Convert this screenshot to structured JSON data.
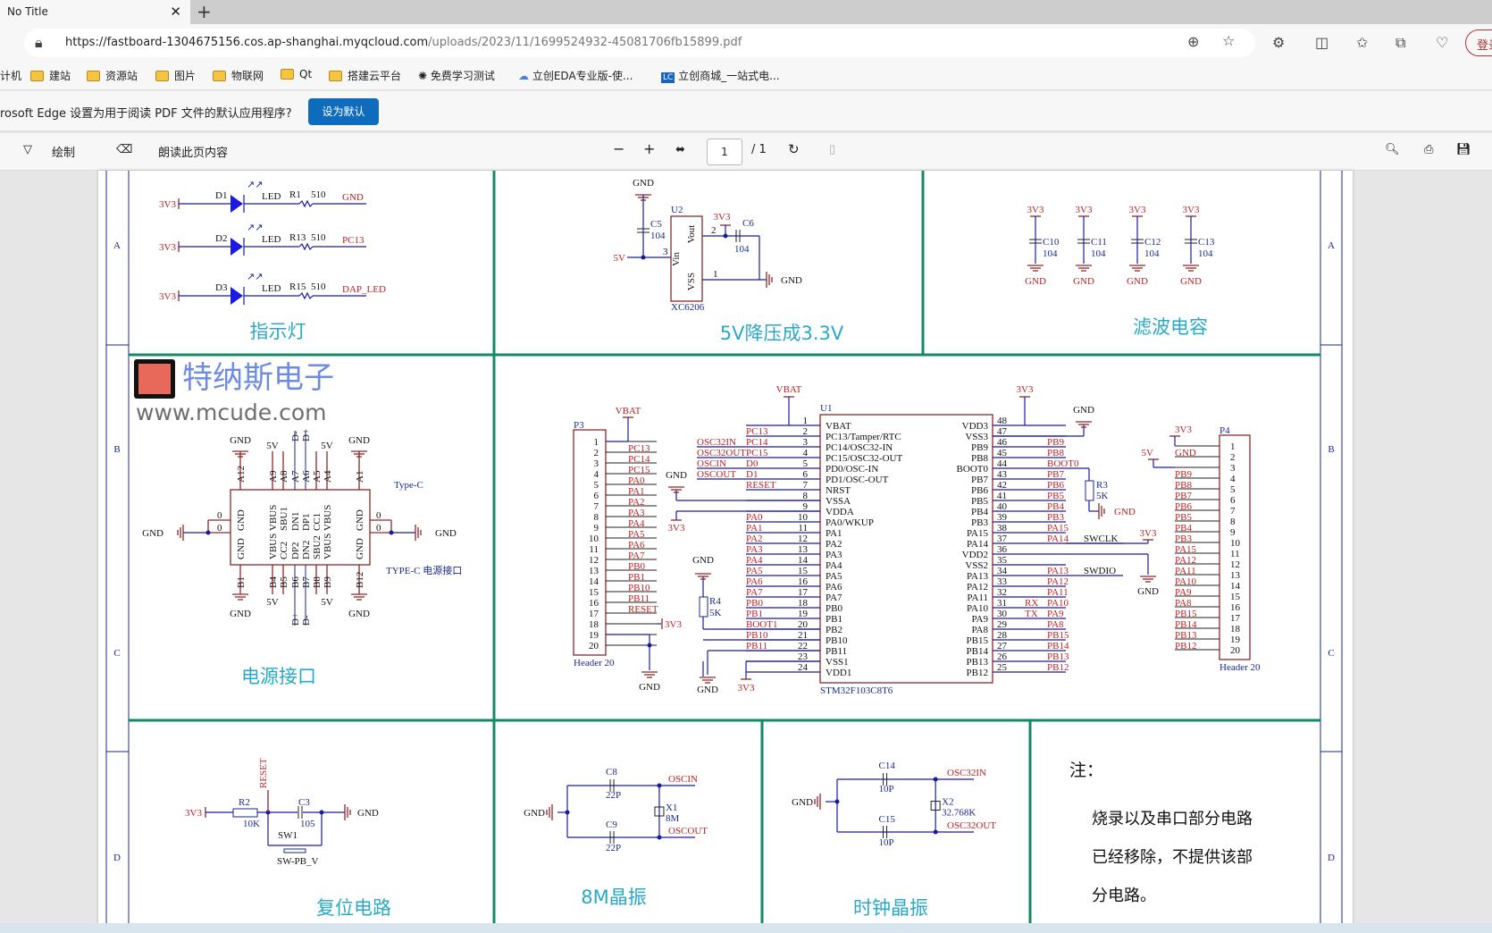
{
  "browser": {
    "tab_title": "No Title",
    "url_host": "https://fastboard-1304675156.cos.ap-shanghai.myqcloud.com",
    "url_path": "/uploads/2023/11/1699524932-45081706fb15899.pdf",
    "signin": "登录",
    "bookmarks": [
      "计机",
      "建站",
      "资源站",
      "图片",
      "物联网",
      "Qt",
      "搭建云平台",
      "免费学习测试",
      "立创EDA专业版-使...",
      "立创商城_一站式电..."
    ],
    "infobar_text": "rosoft Edge 设置为用于阅读 PDF 文件的默认应用程序?",
    "infobar_button": "设为默认"
  },
  "pdf_toolbar": {
    "draw": "绘制",
    "read_aloud": "朗读此页内容",
    "page": "1",
    "page_total": "/ 1"
  },
  "watermark": {
    "name": "特纳斯电子",
    "site": "www.mcude.com"
  },
  "schematic": {
    "zones": [
      "A",
      "B",
      "C",
      "D"
    ],
    "titles": {
      "led": "指示灯",
      "regulator": "5V降压成3.3V",
      "filter": "滤波电容",
      "power": "电源接口",
      "reset": "复位电路",
      "xtal8m": "8M晶振",
      "xtal32k": "时钟晶振"
    },
    "leds": [
      {
        "src": "3V3",
        "ref": "D1",
        "type": "LED",
        "res": "R1",
        "val": "510",
        "net": "GND"
      },
      {
        "src": "3V3",
        "ref": "D2",
        "type": "LED",
        "res": "R13",
        "val": "510",
        "net": "PC13"
      },
      {
        "src": "3V3",
        "ref": "D3",
        "type": "LED",
        "res": "R15",
        "val": "510",
        "net": "DAP_LED"
      }
    ],
    "regulator": {
      "ref": "U2",
      "part": "XC6206",
      "gnd": "GND",
      "c_in": "C5",
      "c_in_val": "104",
      "vin_net": "5V",
      "vout_net": "3V3",
      "c_out": "C6",
      "c_out_val": "104",
      "pin_vin": "Vin",
      "pin_vout": "Vout",
      "pin_vss": "VSS",
      "n_vin": "3",
      "n_vout": "2",
      "n_vss": "1",
      "gnd2": "GND"
    },
    "filter_caps": [
      {
        "ref": "C10",
        "val": "104"
      },
      {
        "ref": "C11",
        "val": "104"
      },
      {
        "ref": "C12",
        "val": "104"
      },
      {
        "ref": "C13",
        "val": "104"
      }
    ],
    "filter_pwr": "3V3",
    "filter_gnd": "GND",
    "typec": {
      "label": "Type-C",
      "desc": "TYPE-C 电源接口",
      "gnd": "GND",
      "r0": "0",
      "top": [
        [
          "A12",
          "GND",
          "GND"
        ],
        [
          "A9",
          "5V",
          "VBUS"
        ],
        [
          "A8",
          "",
          "SBU1"
        ],
        [
          "A7",
          "D-",
          "DN1"
        ],
        [
          "A6",
          "D+",
          "DP1"
        ],
        [
          "A5",
          "",
          "CC1"
        ],
        [
          "A4",
          "5V",
          "VBUS"
        ],
        [
          "A1",
          "GND",
          "GND"
        ]
      ],
      "bottom": [
        [
          "B1",
          "GND",
          "GND"
        ],
        [
          "B4",
          "5V",
          "VBUS"
        ],
        [
          "B5",
          "",
          "CC2"
        ],
        [
          "B6",
          "D+",
          "DP2"
        ],
        [
          "B7",
          "D-",
          "DN2"
        ],
        [
          "B8",
          "",
          "SBU2"
        ],
        [
          "B9",
          "5V",
          "VBUS"
        ],
        [
          "B12",
          "GND",
          "GND"
        ]
      ]
    },
    "mcu": {
      "ref": "U1",
      "part": "STM32F103C8T6",
      "vbat": "VBAT",
      "vdd": "3V3",
      "gnd": "GND",
      "left": [
        [
          "1",
          "VBAT",
          "",
          ""
        ],
        [
          "2",
          "PC13/Tamper/RTC",
          "PC13",
          ""
        ],
        [
          "3",
          "PC14/OSC32-IN",
          "PC14",
          "OSC32IN"
        ],
        [
          "4",
          "PC15/OSC32-OUT",
          "PC15",
          "OSC32OUT"
        ],
        [
          "5",
          "PD0/OSC-IN",
          "D0",
          "OSCIN"
        ],
        [
          "6",
          "PD1/OSC-OUT",
          "D1",
          "OSCOUT"
        ],
        [
          "7",
          "NRST",
          "RESET",
          ""
        ],
        [
          "8",
          "VSSA",
          "",
          ""
        ],
        [
          "9",
          "VDDA",
          "",
          ""
        ],
        [
          "10",
          "PA0/WKUP",
          "PA0",
          ""
        ],
        [
          "11",
          "PA1",
          "PA1",
          ""
        ],
        [
          "12",
          "PA2",
          "PA2",
          ""
        ],
        [
          "13",
          "PA3",
          "PA3",
          ""
        ],
        [
          "14",
          "PA4",
          "PA4",
          ""
        ],
        [
          "15",
          "PA5",
          "PA5",
          ""
        ],
        [
          "16",
          "PA6",
          "PA6",
          ""
        ],
        [
          "17",
          "PA7",
          "PA7",
          ""
        ],
        [
          "18",
          "PB0",
          "PB0",
          ""
        ],
        [
          "19",
          "PB1",
          "PB1",
          ""
        ],
        [
          "20",
          "PB2",
          "BOOT1",
          ""
        ],
        [
          "21",
          "PB10",
          "PB10",
          ""
        ],
        [
          "22",
          "PB11",
          "PB11",
          ""
        ],
        [
          "23",
          "VSS1",
          "",
          ""
        ],
        [
          "24",
          "VDD1",
          "",
          ""
        ]
      ],
      "right": [
        [
          "48",
          "VDD3",
          "",
          ""
        ],
        [
          "47",
          "VSS3",
          "",
          ""
        ],
        [
          "46",
          "PB9",
          "PB9",
          ""
        ],
        [
          "45",
          "PB8",
          "PB8",
          ""
        ],
        [
          "44",
          "BOOT0",
          "BOOT0",
          ""
        ],
        [
          "43",
          "PB7",
          "PB7",
          ""
        ],
        [
          "42",
          "PB6",
          "PB6",
          ""
        ],
        [
          "41",
          "PB5",
          "PB5",
          ""
        ],
        [
          "40",
          "PB4",
          "PB4",
          ""
        ],
        [
          "39",
          "PB3",
          "PB3",
          ""
        ],
        [
          "38",
          "PA15",
          "PA15",
          ""
        ],
        [
          "37",
          "PA14",
          "PA14",
          "SWCLK"
        ],
        [
          "36",
          "VDD2",
          "",
          ""
        ],
        [
          "35",
          "VSS2",
          "",
          ""
        ],
        [
          "34",
          "PA13",
          "PA13",
          "SWDIO"
        ],
        [
          "33",
          "PA12",
          "PA12",
          ""
        ],
        [
          "32",
          "PA11",
          "PA11",
          ""
        ],
        [
          "31",
          "PA10",
          "PA10",
          "RX"
        ],
        [
          "30",
          "PA9",
          "PA9",
          "TX"
        ],
        [
          "29",
          "PA8",
          "PA8",
          ""
        ],
        [
          "28",
          "PB15",
          "PB15",
          ""
        ],
        [
          "27",
          "PB14",
          "PB14",
          ""
        ],
        [
          "26",
          "PB13",
          "PB13",
          ""
        ],
        [
          "25",
          "PB12",
          "PB12",
          ""
        ]
      ],
      "vssa_gnd": "GND",
      "vdda_pwr": "3V3",
      "vss1_gnd": "GND",
      "vdd1_pwr": "3V3",
      "vdd2_pwr": "3V3",
      "vss2_gnd": "GND",
      "vss3_gnd": "GND",
      "r3": "R3",
      "r3_val": "5K",
      "r3_gnd": "GND",
      "r4": "R4",
      "r4_val": "5K",
      "r4_gnd": "GND"
    },
    "p3": {
      "ref": "P3",
      "part": "Header 20",
      "top_net": "VBAT",
      "pwr": "3V3",
      "gnd": "GND",
      "pins": [
        "",
        "PC13",
        "PC14",
        "PC15",
        "PA0",
        "PA1",
        "PA2",
        "PA3",
        "PA4",
        "PA5",
        "PA6",
        "PA7",
        "PB0",
        "PB1",
        "PB10",
        "PB11",
        "RESET",
        "",
        "",
        ""
      ]
    },
    "p4": {
      "ref": "P4",
      "part": "Header 20",
      "pwr": "3V3",
      "v5": "5V",
      "pins": [
        "",
        "GND",
        "",
        "PB9",
        "PB8",
        "PB7",
        "PB6",
        "PB5",
        "PB4",
        "PB3",
        "PA15",
        "PA12",
        "PA11",
        "PA10",
        "PA9",
        "PA8",
        "PB15",
        "PB14",
        "PB13",
        "PB12"
      ]
    },
    "reset": {
      "pwr": "3V3",
      "r": "R2",
      "r_val": "10K",
      "net": "RESET",
      "c": "C3",
      "c_val": "105",
      "gnd": "GND",
      "sw": "SW1",
      "sw_part": "SW-PB_V"
    },
    "xtal8m": {
      "gnd": "GND",
      "c1": "C8",
      "c1_val": "22P",
      "c2": "C9",
      "c2_val": "22P",
      "x": "X1",
      "x_val": "8M",
      "out1": "OSCIN",
      "out2": "OSCOUT"
    },
    "xtal32k": {
      "gnd": "GND",
      "c1": "C14",
      "c1_val": "10P",
      "c2": "C15",
      "c2_val": "10P",
      "x": "X2",
      "x_val": "32.768K",
      "out1": "OSC32IN",
      "out2": "OSC32OUT"
    },
    "notes": {
      "title": "注：",
      "lines": [
        "烧录以及串口部分电路",
        "已经移除，不提供该部",
        "分电路。"
      ]
    }
  }
}
